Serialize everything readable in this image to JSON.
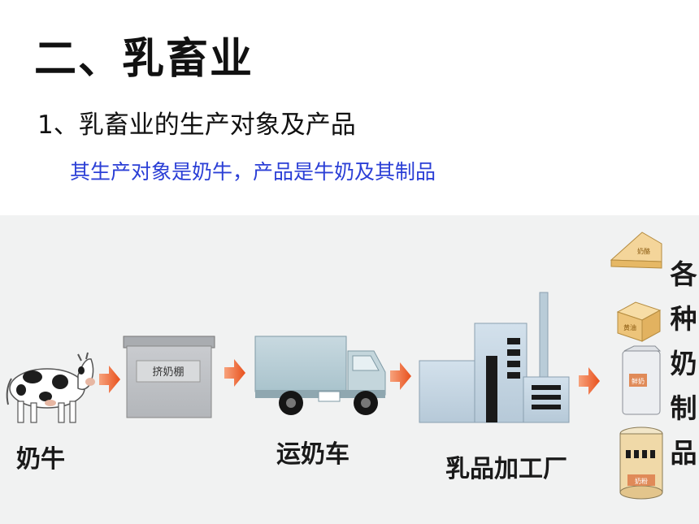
{
  "slide": {
    "title": "二、乳畜业",
    "subtitle": "1、乳畜业的生产对象及产品",
    "answer": "其生产对象是奶牛，产品是牛奶及其制品"
  },
  "diagram": {
    "steps": {
      "cow": "奶牛",
      "shed_sign": "挤奶棚",
      "truck": "运奶车",
      "factory": "乳品加工厂"
    },
    "products_label": [
      "各",
      "种",
      "奶",
      "制",
      "品"
    ],
    "product_tags": [
      "奶酪",
      "黄油",
      "鲜奶",
      "奶粉"
    ]
  },
  "colors": {
    "answer_text": "#2b3fd6",
    "arrow": "#e8501c",
    "panel_bg": "#f1f2f2"
  }
}
